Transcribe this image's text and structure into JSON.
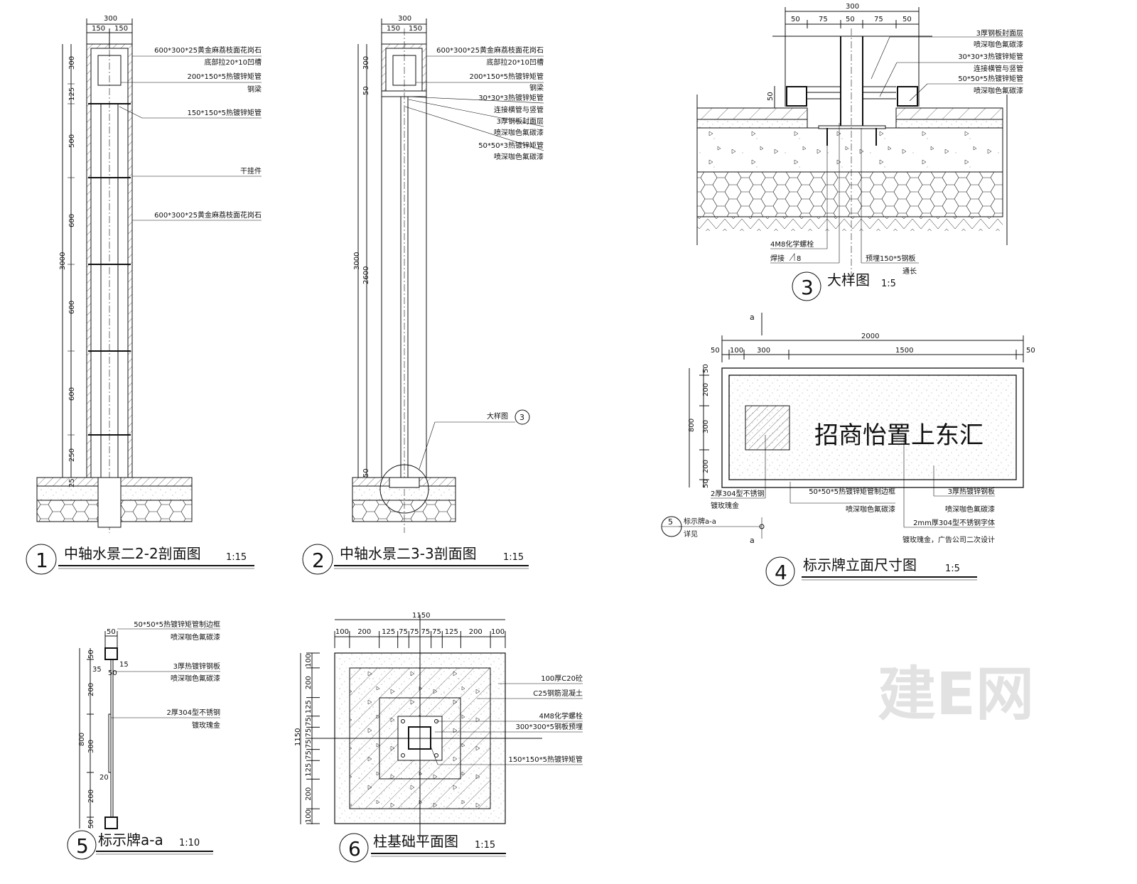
{
  "watermark": "建E网",
  "panel1": {
    "number": "1",
    "title": "中轴水景二2-2剖面图",
    "scale": "1:15",
    "top_dims": [
      "300",
      "150",
      "150"
    ],
    "side_dims": [
      "300",
      "125",
      "500",
      "600",
      "3000",
      "600",
      "600",
      "250",
      "25"
    ],
    "labels": [
      "600*300*25黄金麻荔枝面花岗石",
      "底部拉20*10凹槽",
      "200*150*5热镀锌矩管",
      "钢梁",
      "150*150*5热镀锌矩管",
      "干挂件",
      "600*300*25黄金麻荔枝面花岗石"
    ]
  },
  "panel2": {
    "number": "2",
    "title": "中轴水景二3-3剖面图",
    "scale": "1:15",
    "top_dims": [
      "300",
      "150",
      "150"
    ],
    "side_dims": [
      "300",
      "50",
      "3000",
      "2600",
      "50"
    ],
    "labels": [
      "600*300*25黄金麻荔枝面花岗石",
      "底部拉20*10凹槽",
      "200*150*5热镀锌矩管",
      "钢梁",
      "30*30*3热镀锌矩管",
      "连接横管与竖管",
      "3厚钢板封面层",
      "喷深咖色氟碳漆",
      "50*50*3热镀锌矩管",
      "喷深咖色氟碳漆"
    ],
    "detail_ref": "大样图",
    "detail_num": "3"
  },
  "panel3": {
    "number": "3",
    "title": "大样图",
    "scale": "1:5",
    "top_dims": [
      "300",
      "50",
      "75",
      "50",
      "75",
      "50"
    ],
    "side_dim": "50",
    "labels": [
      "3厚钢板封面层",
      "喷深咖色氟碳漆",
      "30*30*3热镀锌矩管",
      "连接横管与竖管",
      "50*50*5热镀锌矩管",
      "喷深咖色氟碳漆"
    ],
    "bottom_labels": [
      "4M8化学螺栓",
      "焊接",
      "8",
      "预埋150*5钢板",
      "通长"
    ]
  },
  "panel4": {
    "number": "4",
    "title": "标示牌立面尺寸图",
    "scale": "1:5",
    "sign_text": "招商怡置上东汇",
    "section_mark": "a",
    "top_dims": [
      "2000",
      "50",
      "100",
      "300",
      "1500",
      "50"
    ],
    "side_dims": [
      "800",
      "50",
      "200",
      "300",
      "200",
      "50"
    ],
    "labels": [
      "2厚304型不锈钢",
      "镀玫瑰金",
      "50*50*5热镀锌矩管制边框",
      "喷深咖色氟碳漆",
      "3厚热镀锌钢板",
      "喷深咖色氟碳漆",
      "2mm厚304型不锈钢字体",
      "镀玫瑰金，广告公司二次设计"
    ],
    "ref_num": "5",
    "ref_labels": [
      "标示牌a-a",
      "详见"
    ]
  },
  "panel5": {
    "number": "5",
    "title": "标示牌a-a",
    "scale": "1:10",
    "dims": [
      "50",
      "50",
      "35",
      "15",
      "20"
    ],
    "side_dims": [
      "800",
      "50",
      "200",
      "300",
      "200",
      "50"
    ],
    "labels": [
      "50*50*5热镀锌矩管制边框",
      "喷深咖色氟碳漆",
      "3厚热镀锌钢板",
      "喷深咖色氟碳漆",
      "2厚304型不锈钢",
      "镀玫瑰金"
    ]
  },
  "panel6": {
    "number": "6",
    "title": "柱基础平面图",
    "scale": "1:15",
    "total": "1150",
    "dims": [
      "100",
      "200",
      "125",
      "75",
      "75",
      "75",
      "75",
      "125",
      "200",
      "100"
    ],
    "labels": [
      "100厚C20砼",
      "C25钢筋混凝土",
      "4M8化学螺栓",
      "300*300*5钢板预埋",
      "150*150*5热镀锌矩管"
    ]
  }
}
